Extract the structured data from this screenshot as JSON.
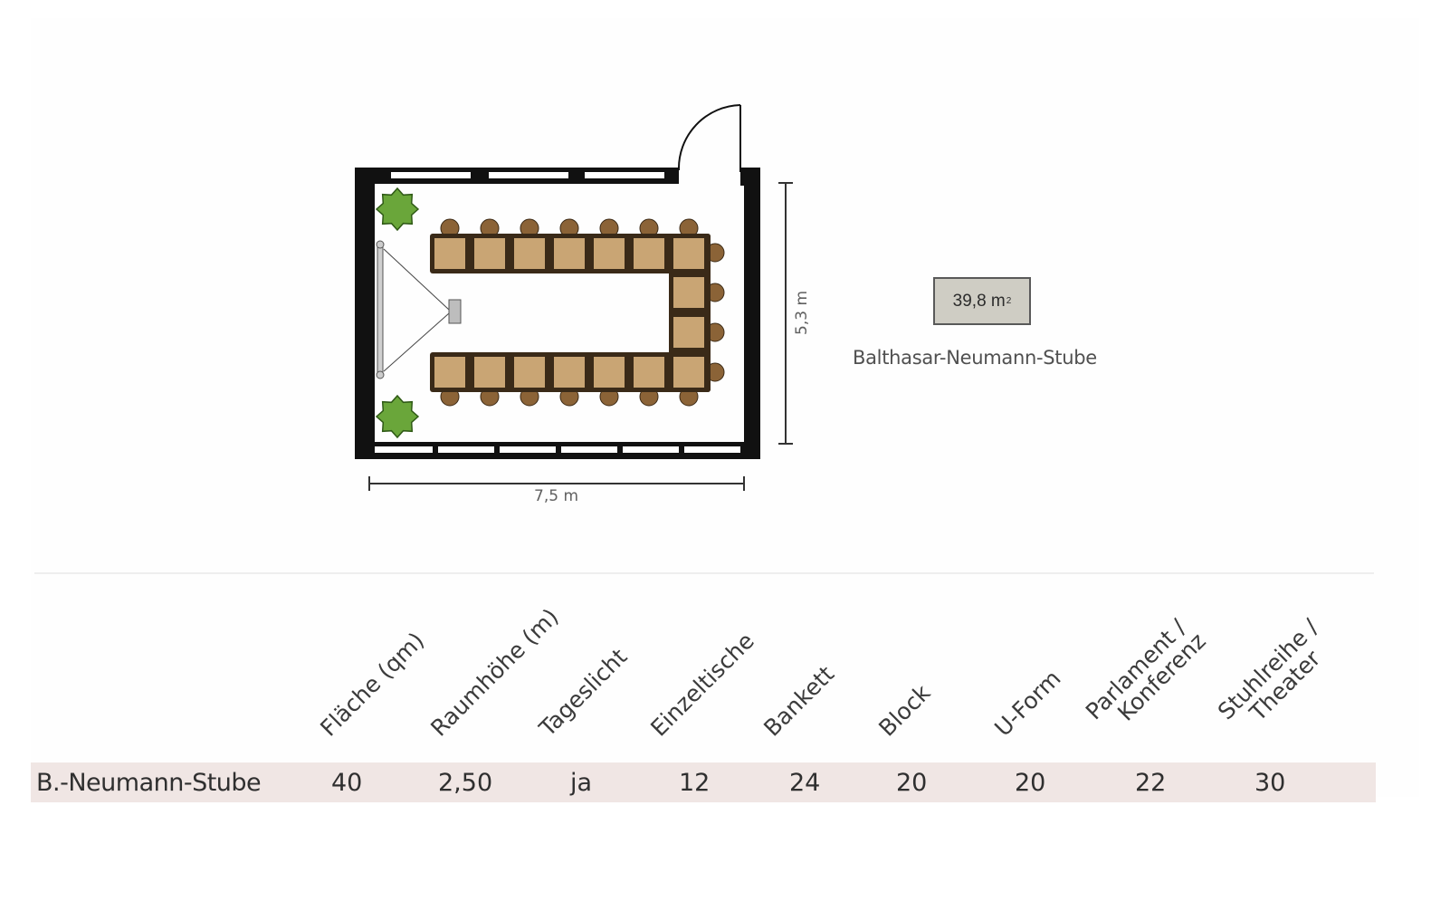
{
  "floorplan": {
    "area_label": "39,8 m",
    "area_unit_sup": "2",
    "room_name": "Balthasar-Neumann-Stube",
    "width_label": "7,5 m",
    "height_label": "5,3 m"
  },
  "table": {
    "headers": [
      "Fläche (qm)",
      "Raumhöhe (m)",
      "Tageslicht",
      "Einzeltische",
      "Bankett",
      "Block",
      "U-Form",
      "Parlament /\nKonferenz",
      "Stuhlreihe /\nTheater"
    ],
    "rows": [
      {
        "name": "B.-Neumann-Stube",
        "values": [
          "40",
          "2,50",
          "ja",
          "12",
          "24",
          "20",
          "20",
          "22",
          "30"
        ]
      }
    ]
  },
  "colors": {
    "wall": "#111111",
    "table_fill": "#c9a574",
    "chair_fill": "#8b6337",
    "plant": "#6aa63a",
    "row_band": "#f0e6e4"
  }
}
